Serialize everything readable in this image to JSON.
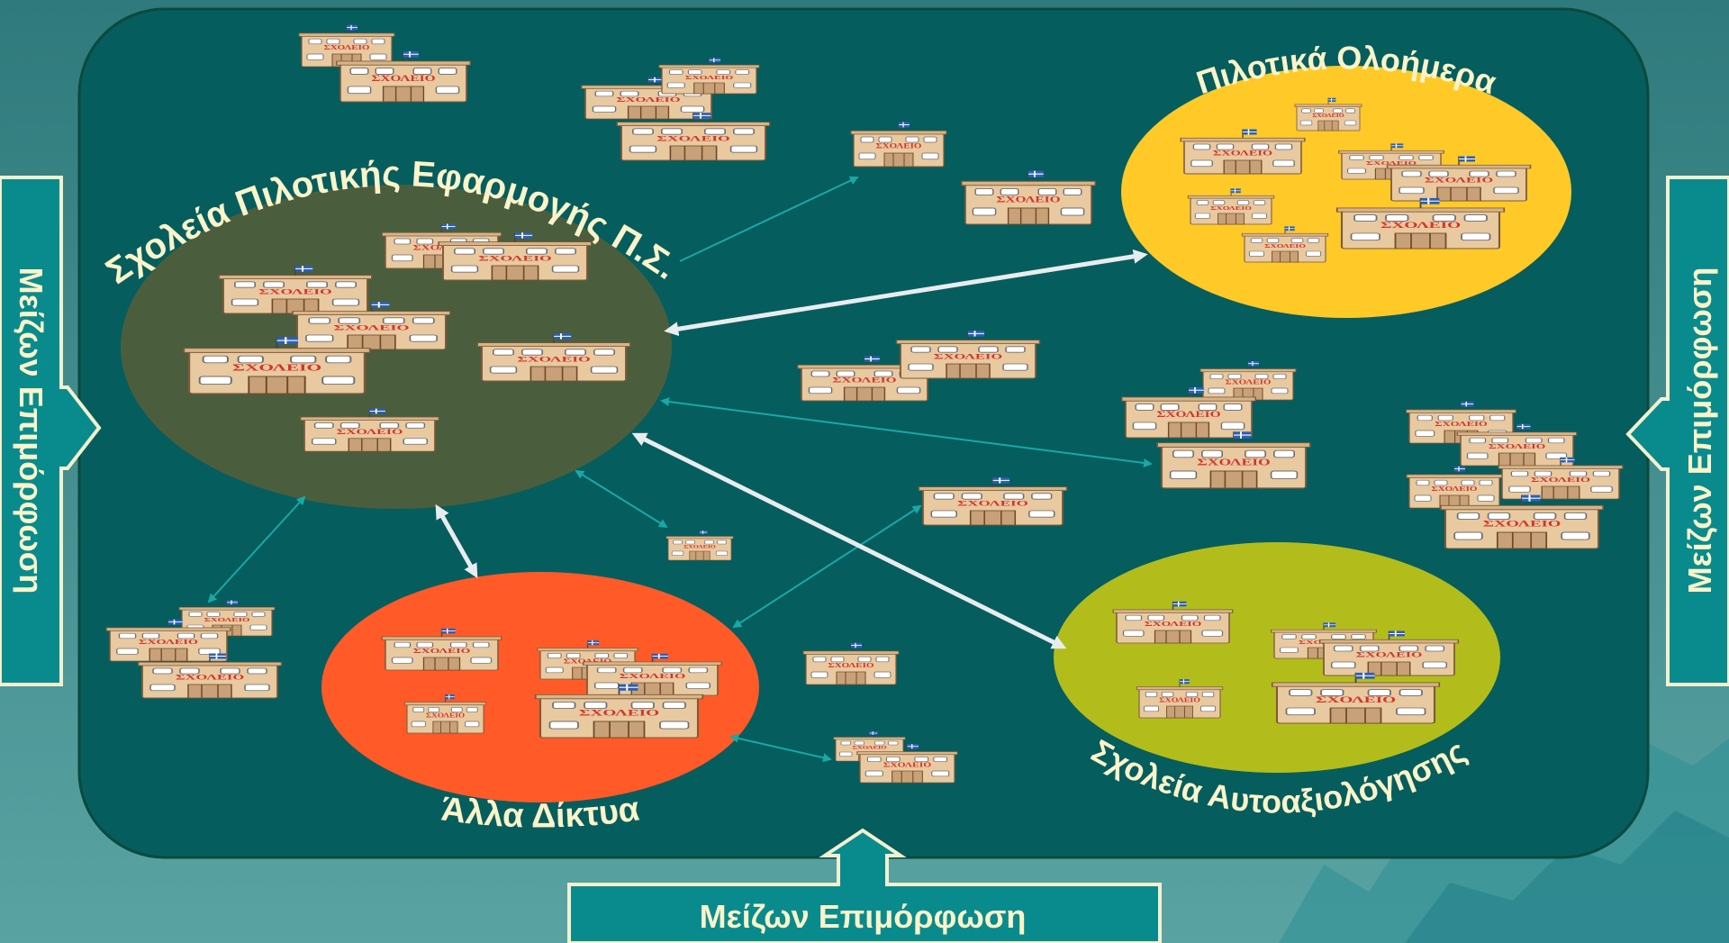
{
  "colors": {
    "background": "#3f8c8c",
    "panel": "#055d5e",
    "panel_border": "#0a4a3e",
    "pilot_ellipse": "#4a5e3e",
    "allday_ellipse": "#ffca28",
    "networks_ellipse": "#ff5a28",
    "selfeval_ellipse": "#b2bd1c",
    "box": "#098b8e",
    "box_border": "#f3f0cf",
    "text": "#fbf3c9",
    "thin_arrow": "#1aa8a6",
    "thick_arrow": "#e9ecef",
    "school_wall": "#e8c9a0",
    "school_word": "#d4352a"
  },
  "groups": {
    "pilot": "Σχολεία Πιλοτικής Εφαρμογής Π.Σ.",
    "allday": "Πιλοτικά Ολοήμερα",
    "networks": "Άλλα Δίκτυα",
    "selfeval": "Σχολεία Αυτοαξιολόγησης"
  },
  "training": {
    "left": "Μείζων Επιμόρφωση",
    "right": "Μείζων Επιμόρφωση",
    "bottom": "Μείζων Επιμόρφωση"
  },
  "school_label": "ΣΧΟΛΕΙΟ",
  "icons": {
    "school": "school-building-icon",
    "flag": "greek-flag-icon"
  }
}
